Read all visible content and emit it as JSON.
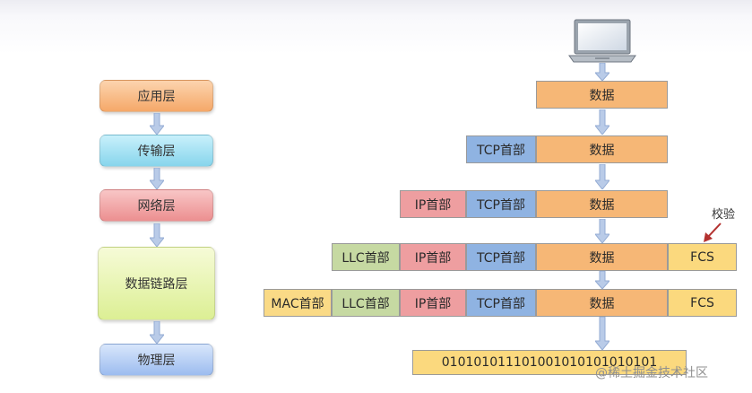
{
  "layers": [
    {
      "label": "应用层"
    },
    {
      "label": "传输层"
    },
    {
      "label": "网络层"
    },
    {
      "label": "数据链路层"
    },
    {
      "label": "物理层"
    }
  ],
  "encapsulation": {
    "data": "数据",
    "tcp_header": "TCP首部",
    "ip_header": "IP首部",
    "llc_header": "LLC首部",
    "mac_header": "MAC首部",
    "fcs": "FCS",
    "bits": "010101011101001010101010101"
  },
  "check_note": "校验",
  "watermark": "@稀土掘金技术社区",
  "colors": {
    "application": "#f5a869",
    "transport": "#87d5ec",
    "network": "#ec8f90",
    "data_link": "#dcef94",
    "physical": "#9cbcef",
    "data": "#f6b776",
    "tcp": "#8fb3e2",
    "ip": "#ee9ea0",
    "llc": "#c6d9a2",
    "mac": "#fada86",
    "fcs": "#fbd97e",
    "arrow": "#b9cbe8",
    "note_arrow": "#b3312f"
  }
}
